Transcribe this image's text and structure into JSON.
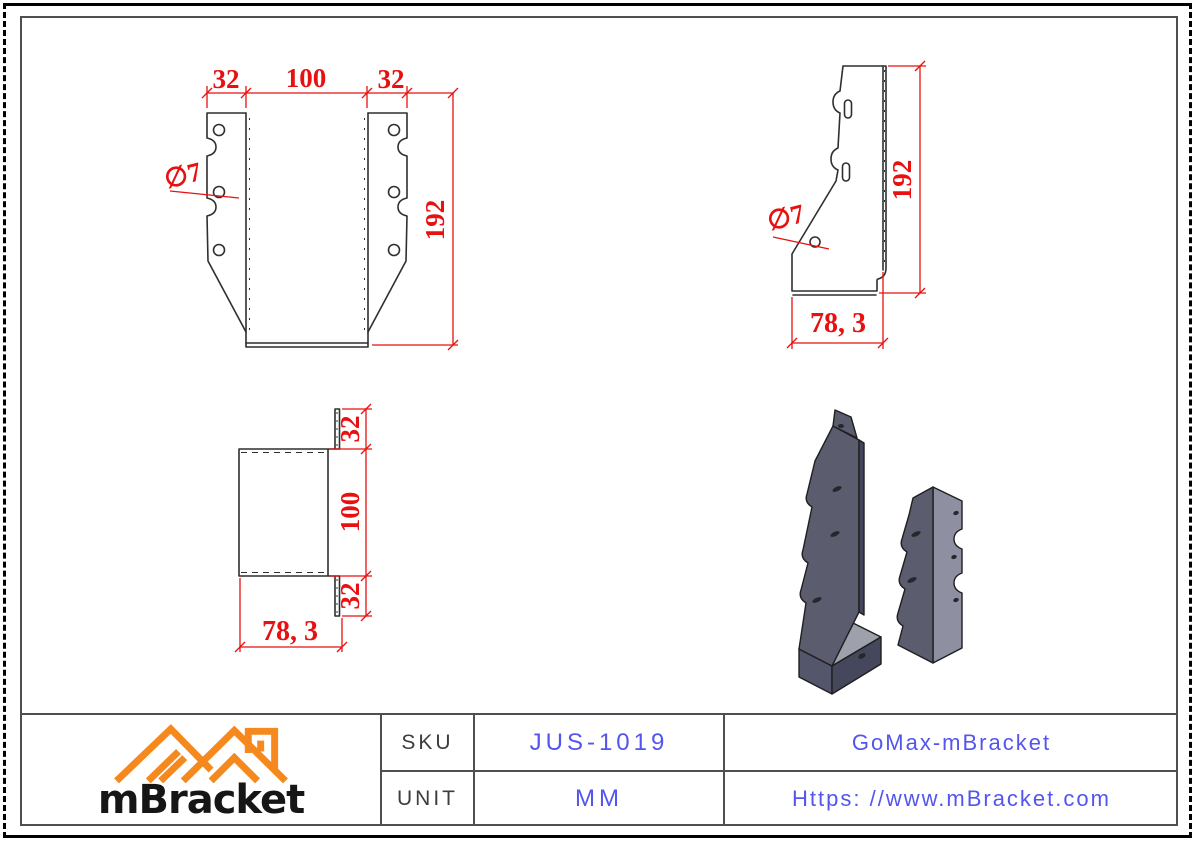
{
  "drawing": {
    "front_view": {
      "dim_left_flange": "32",
      "dim_opening": "100",
      "dim_right_flange": "32",
      "dim_height": "192",
      "hole_callout": "∅7"
    },
    "side_view": {
      "dim_height": "192",
      "dim_width": "78, 3",
      "hole_callout": "∅7"
    },
    "top_view": {
      "dim_top_flange": "32",
      "dim_opening": "100",
      "dim_bottom_flange": "32",
      "dim_width": "78, 3"
    }
  },
  "title_block": {
    "logo_text": "mBracket",
    "sku_label": "SKU",
    "sku_value": "JUS-1019",
    "unit_label": "UNIT",
    "unit_value": "MM",
    "brand": "GoMax-mBracket",
    "website": "Https: //www.mBracket.com"
  },
  "colors": {
    "dimension_red": "#e81010",
    "line_dark": "#2f2f2f",
    "table_line": "#4f4f4f",
    "value_blue": "#5355ee",
    "border_blue": "#6b6bf7",
    "logo_orange": "#f6891e",
    "metal_dark": "#5b5d6e",
    "metal_light": "#9ea0ab",
    "metal_side": "#8e90a2"
  }
}
